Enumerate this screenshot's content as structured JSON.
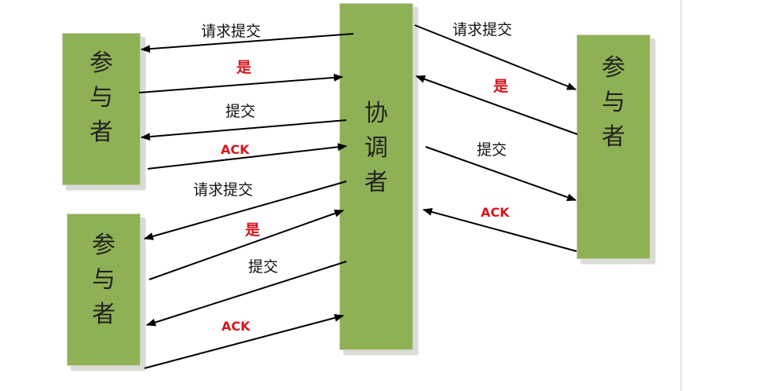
{
  "diagram": {
    "coordinator": {
      "chars": [
        "协",
        "调",
        "者"
      ]
    },
    "participants": [
      {
        "id": "top-left",
        "chars": [
          "参",
          "与",
          "者"
        ]
      },
      {
        "id": "bottom-left",
        "chars": [
          "参",
          "与",
          "者"
        ]
      },
      {
        "id": "right",
        "chars": [
          "参",
          "与",
          "者"
        ]
      }
    ],
    "labels": {
      "request_commit": "请求提交",
      "yes": "是",
      "commit": "提交",
      "ack": "ACK"
    },
    "colors": {
      "box_fill": "#8fb155",
      "arrow": "#000000",
      "text": "#111111",
      "highlight_text": "#d8141c"
    }
  }
}
